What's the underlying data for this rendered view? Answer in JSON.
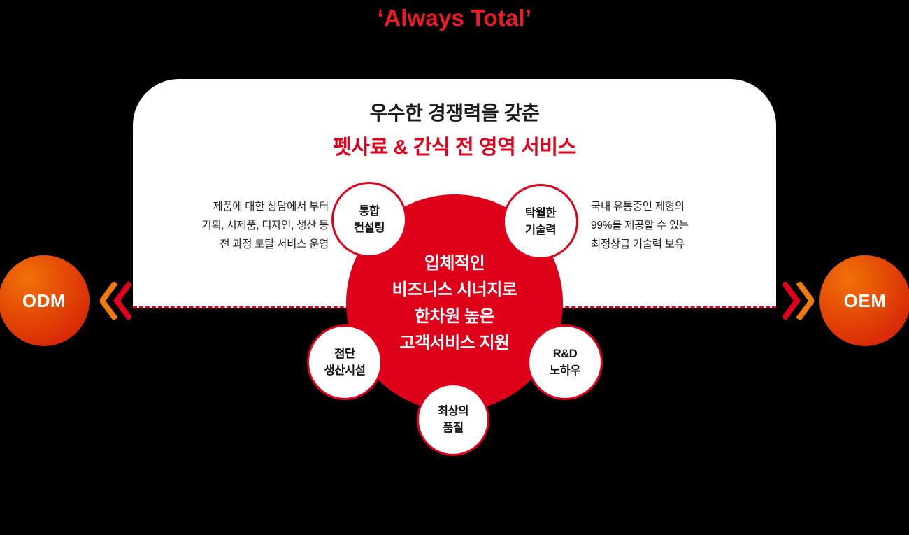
{
  "headline": "‘Always Total’",
  "card": {
    "title_line1": "우수한 경쟁력을 갖춘",
    "title_line2": "펫사료 & 간식 전 영역 서비스",
    "desc_left": "제품에 대한 상담에서 부터\n기획, 시제품, 디자인, 생산 등\n전 과정 토탈 서비스 운영",
    "desc_right": "국내 유통중인 제형의\n99%를 제공할 수 있는\n최정상급 기술력 보유"
  },
  "hub": {
    "text": "입체적인\n비즈니스 시너지로\n한차원 높은\n고객서비스 지원"
  },
  "bubbles": [
    {
      "id": "consulting",
      "label": "통합\n컨설팅"
    },
    {
      "id": "technology",
      "label": "탁월한\n기술력"
    },
    {
      "id": "facility",
      "label": "첨단\n생산시설"
    },
    {
      "id": "quality",
      "label": "최상의\n품질"
    },
    {
      "id": "rnd",
      "label": "R&D\n노하우"
    }
  ],
  "spheres": {
    "left_label": "ODM",
    "right_label": "OEM"
  },
  "colors": {
    "background": "#000000",
    "red": "#E2001A",
    "hub_red": "#DD0018",
    "headline_red": "#ED1C24",
    "orange": "#F07208",
    "card_white": "#FFFFFF",
    "text_dark": "#1B1B1B"
  }
}
